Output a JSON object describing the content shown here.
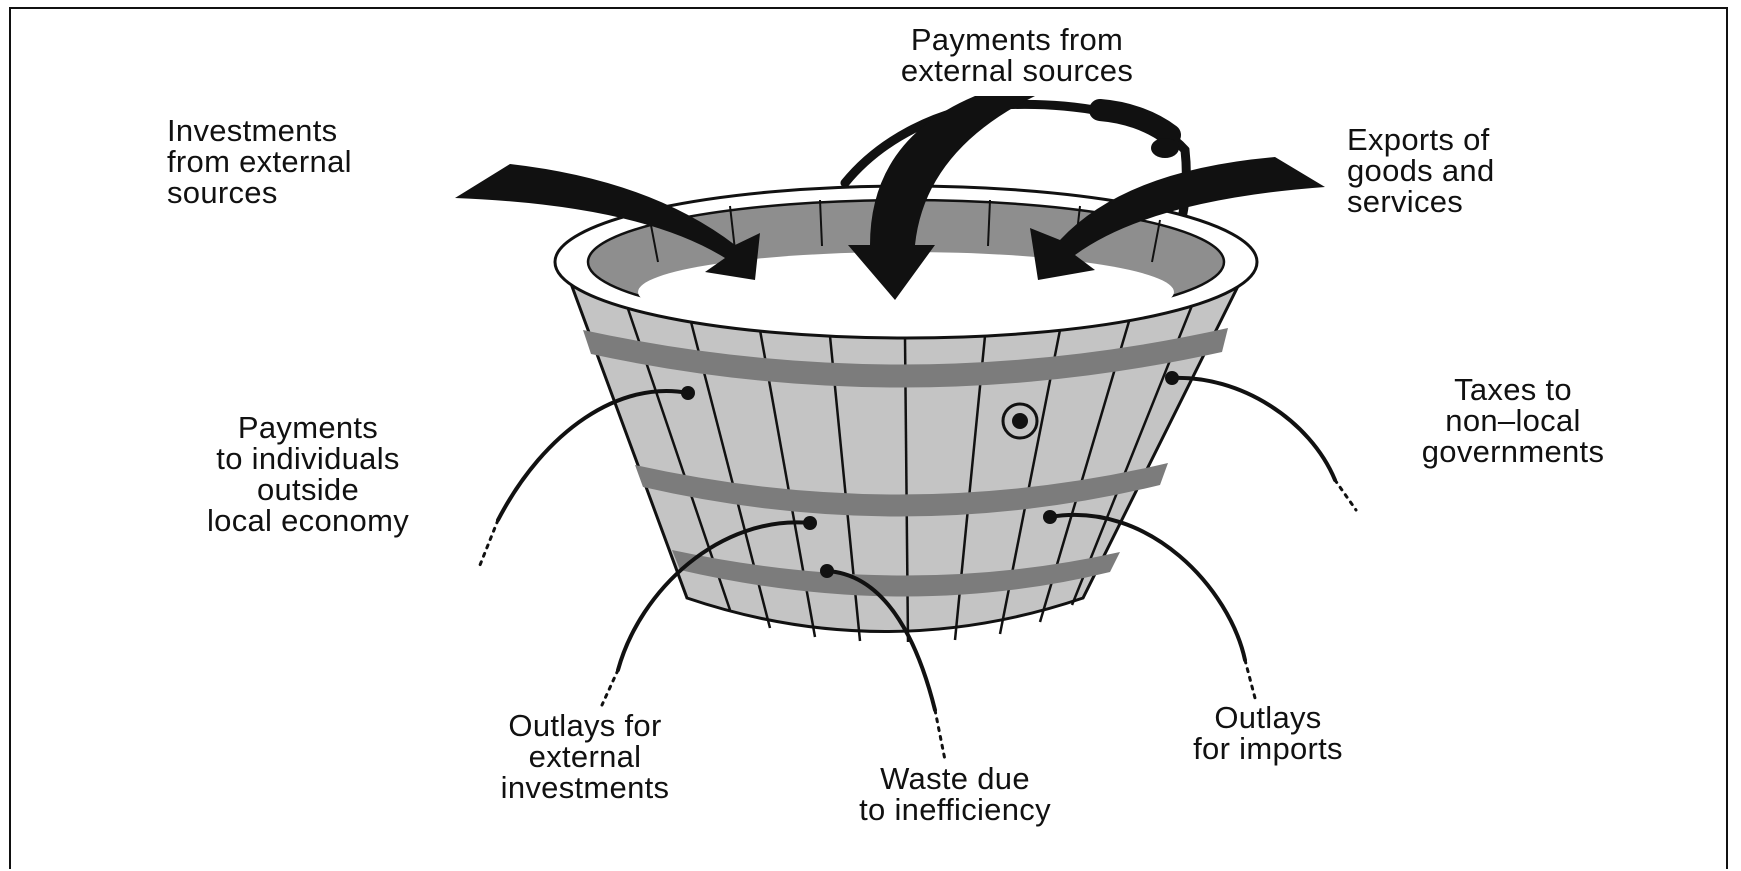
{
  "diagram": {
    "title": "",
    "inflows": {
      "investments": [
        "Investments",
        "from external",
        "sources"
      ],
      "payments": [
        "Payments from",
        "external sources"
      ],
      "exports": [
        "Exports of",
        "goods and",
        "services"
      ]
    },
    "leaks": {
      "payments_individuals": [
        "Payments",
        "to individuals",
        "outside",
        "local economy"
      ],
      "taxes": [
        "Taxes to",
        "non–local",
        "governments"
      ],
      "outlays_investments": [
        "Outlays for",
        "external",
        "investments"
      ],
      "waste": [
        "Waste due",
        "to inefficiency"
      ],
      "outlays_imports": [
        "Outlays",
        "for imports"
      ]
    },
    "colors": {
      "ink": "#111111",
      "bucket_fill": "#c4c4c4",
      "bucket_inner": "#8e8e8e",
      "band": "#7c7c7c",
      "background": "#ffffff"
    },
    "icons": [
      "bucket-icon",
      "arrow-icon",
      "handle-icon",
      "leak-hole-icon"
    ]
  }
}
